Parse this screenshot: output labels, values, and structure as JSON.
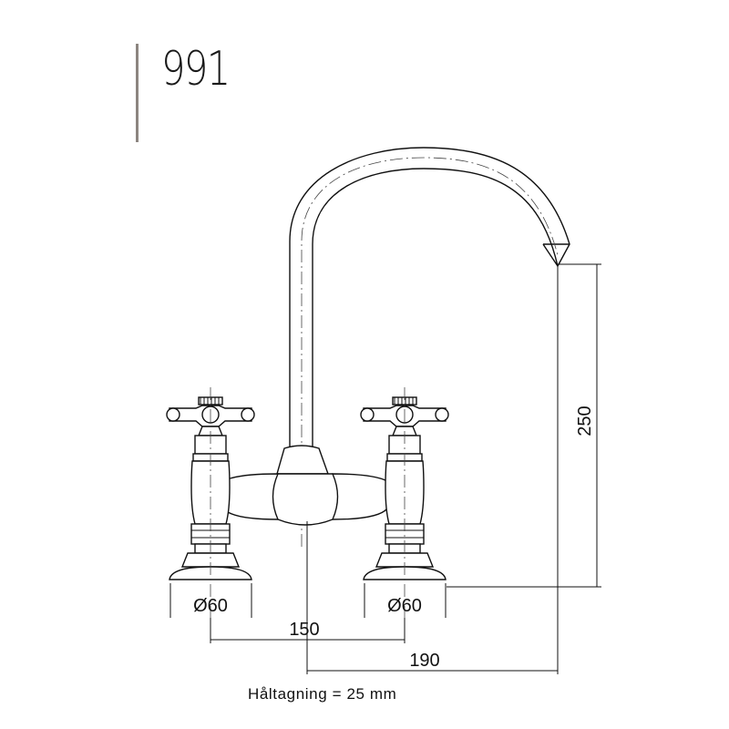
{
  "title": {
    "model": "991"
  },
  "dimensions": {
    "base_left": "Ø60",
    "base_right": "Ø60",
    "center_distance": "150",
    "spout_reach": "190",
    "spout_height": "250"
  },
  "footnote": "Håltagning = 25 mm",
  "colors": {
    "accent_bar": "#8c8580",
    "line": "#111111"
  }
}
